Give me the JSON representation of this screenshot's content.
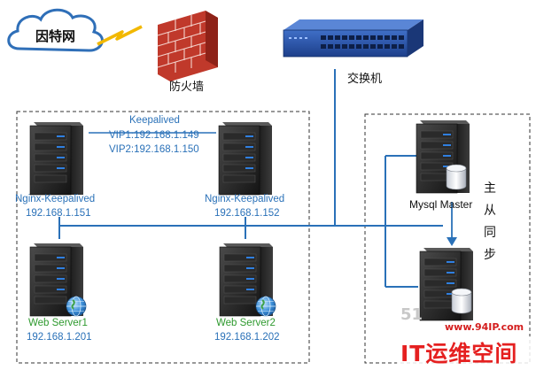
{
  "internet": {
    "label": "因特网",
    "icon": "cloud-icon"
  },
  "firewall": {
    "label": "防火墙",
    "icon": "brick-wall-icon"
  },
  "switch": {
    "label": "交换机",
    "icon": "network-switch-icon"
  },
  "keepalived": {
    "title": "Keepalived",
    "vip1": "VIP1:192.168.1.149",
    "vip2": "VIP2:192.168.1.150"
  },
  "nodes": {
    "nginx1": {
      "name": "Nginx-Keepalived",
      "ip": "192.168.1.151",
      "icon": "server-tower-icon"
    },
    "nginx2": {
      "name": "Nginx-Keepalived",
      "ip": "192.168.1.152",
      "icon": "server-tower-icon"
    },
    "web1": {
      "name": "Web Server1",
      "ip": "192.168.1.201",
      "icon": "server-globe-icon"
    },
    "web2": {
      "name": "Web Server2",
      "ip": "192.168.1.202",
      "icon": "server-globe-icon"
    },
    "mysql_master": {
      "name": "Mysql Master",
      "icon": "server-database-icon"
    },
    "mysql_slave": {
      "icon": "server-database-icon"
    }
  },
  "replication_label": [
    "主",
    "从",
    "同",
    "步"
  ],
  "watermark": {
    "url": "www.94IP.com",
    "brand": "IT运维空间",
    "faded": "51"
  },
  "colors": {
    "link": "#2a71b8",
    "blue_text": "#2a71b8",
    "green_text": "#2f9a2f",
    "group_border": "#333333",
    "brand_red": "#e52020"
  }
}
